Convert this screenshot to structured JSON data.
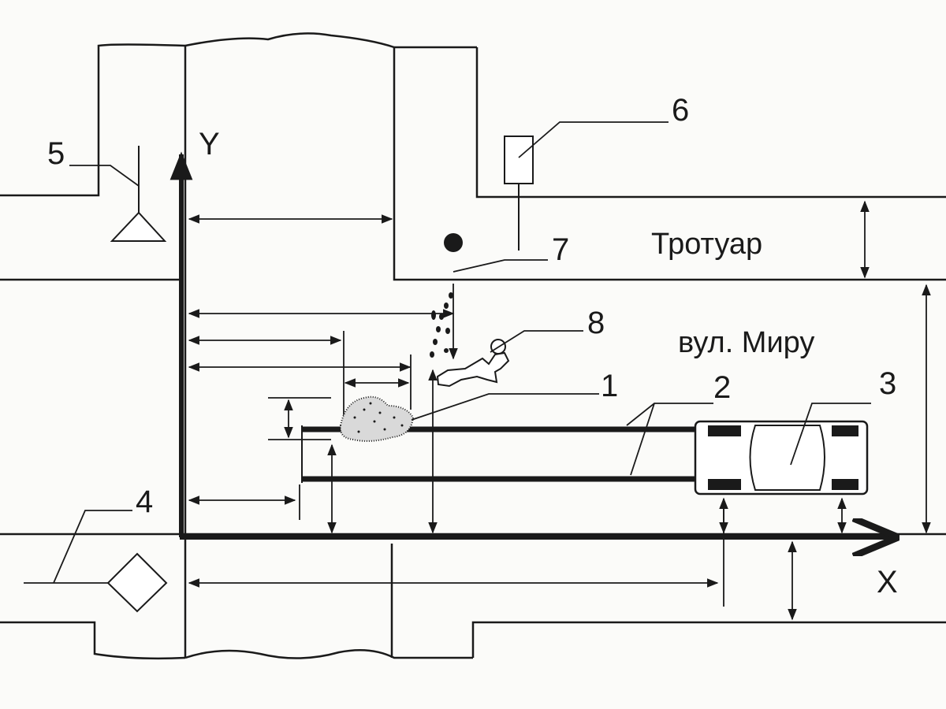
{
  "labels": {
    "item1": "1",
    "item2": "2",
    "item3": "3",
    "item4": "4",
    "item5": "5",
    "item6": "6",
    "item7": "7",
    "item8": "8",
    "axis_x": "X",
    "axis_y": "Y",
    "sidewalk": "Тротуар",
    "street": "вул. Миру"
  },
  "colors": {
    "ink": "#1a1a1a",
    "paper": "#fbfbf9"
  },
  "icons": {
    "pedestrian_sign": "triangle-sign-icon",
    "priority_sign": "diamond-sign-icon",
    "light_pole": "lamp-post-icon",
    "landmark": "pole-dot-icon",
    "blood_spot": "stain-icon",
    "victim": "person-lying-icon",
    "vehicle": "car-top-view-icon"
  }
}
